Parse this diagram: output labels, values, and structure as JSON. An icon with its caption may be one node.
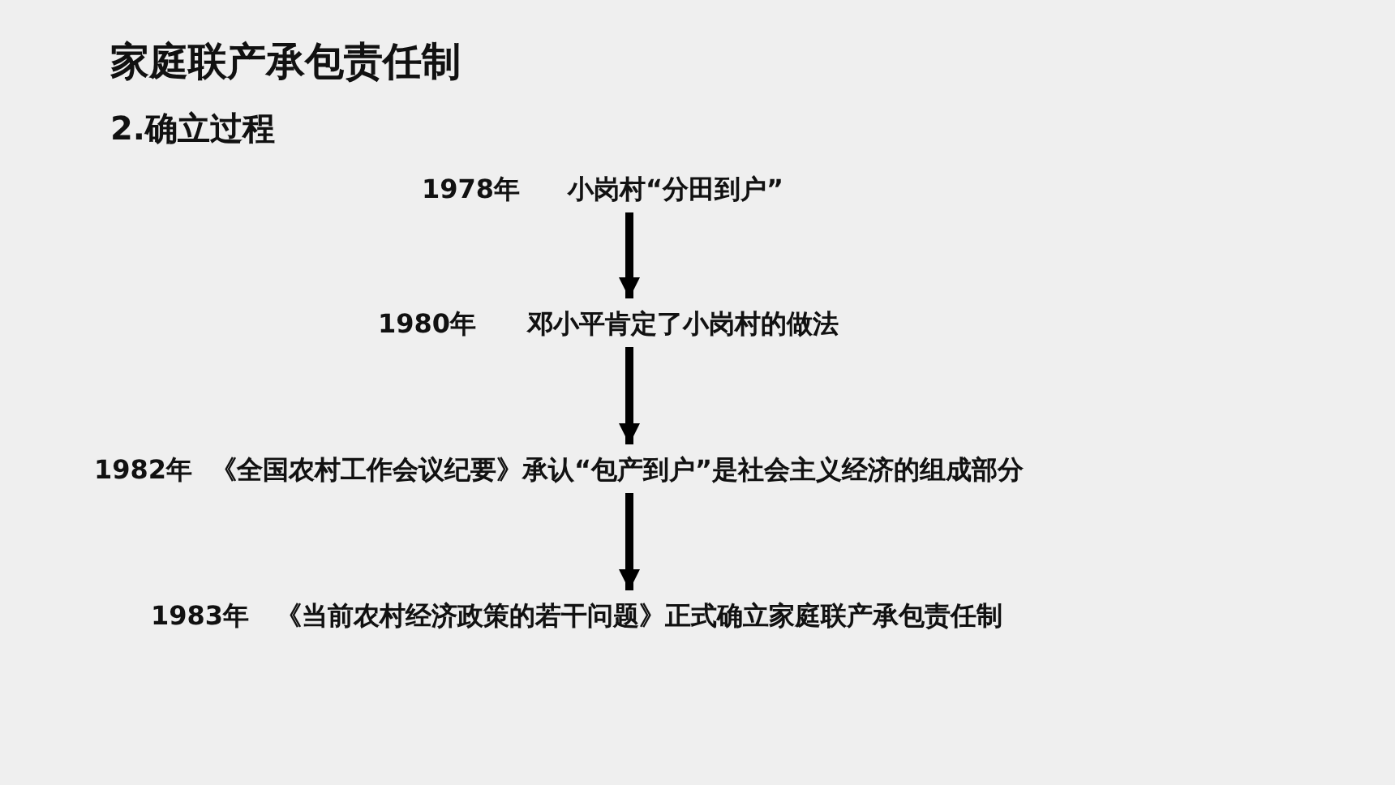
{
  "diagram": {
    "title": "家庭联产承包责任制",
    "nodes": [
      {
        "text": [
          "1978年",
          "小岗村“分田到户”"
        ]
      },
      {
        "text": [
          "1980年",
          "邓小平肯定了小岗村的做法"
        ]
      },
      {
        "text": [
          "1982年",
          "《全国农村工作会议纪要》承认“包产到户”是社会主义经济的组成部分"
        ]
      },
      {
        "text": [
          "1983年",
          "《当前农村经济政策的若干问题》正式确立家庭联产承包责任制"
        ]
      }
    ],
    "edges": [
      {
        "from": 0,
        "to": 1,
        "arrow": "to"
      },
      {
        "from": 1,
        "to": 2,
        "arrow": "to"
      },
      {
        "from": 2,
        "to": 3,
        "arrow": "to"
      }
    ],
    "labels": [
      "2.确立过程"
    ]
  }
}
